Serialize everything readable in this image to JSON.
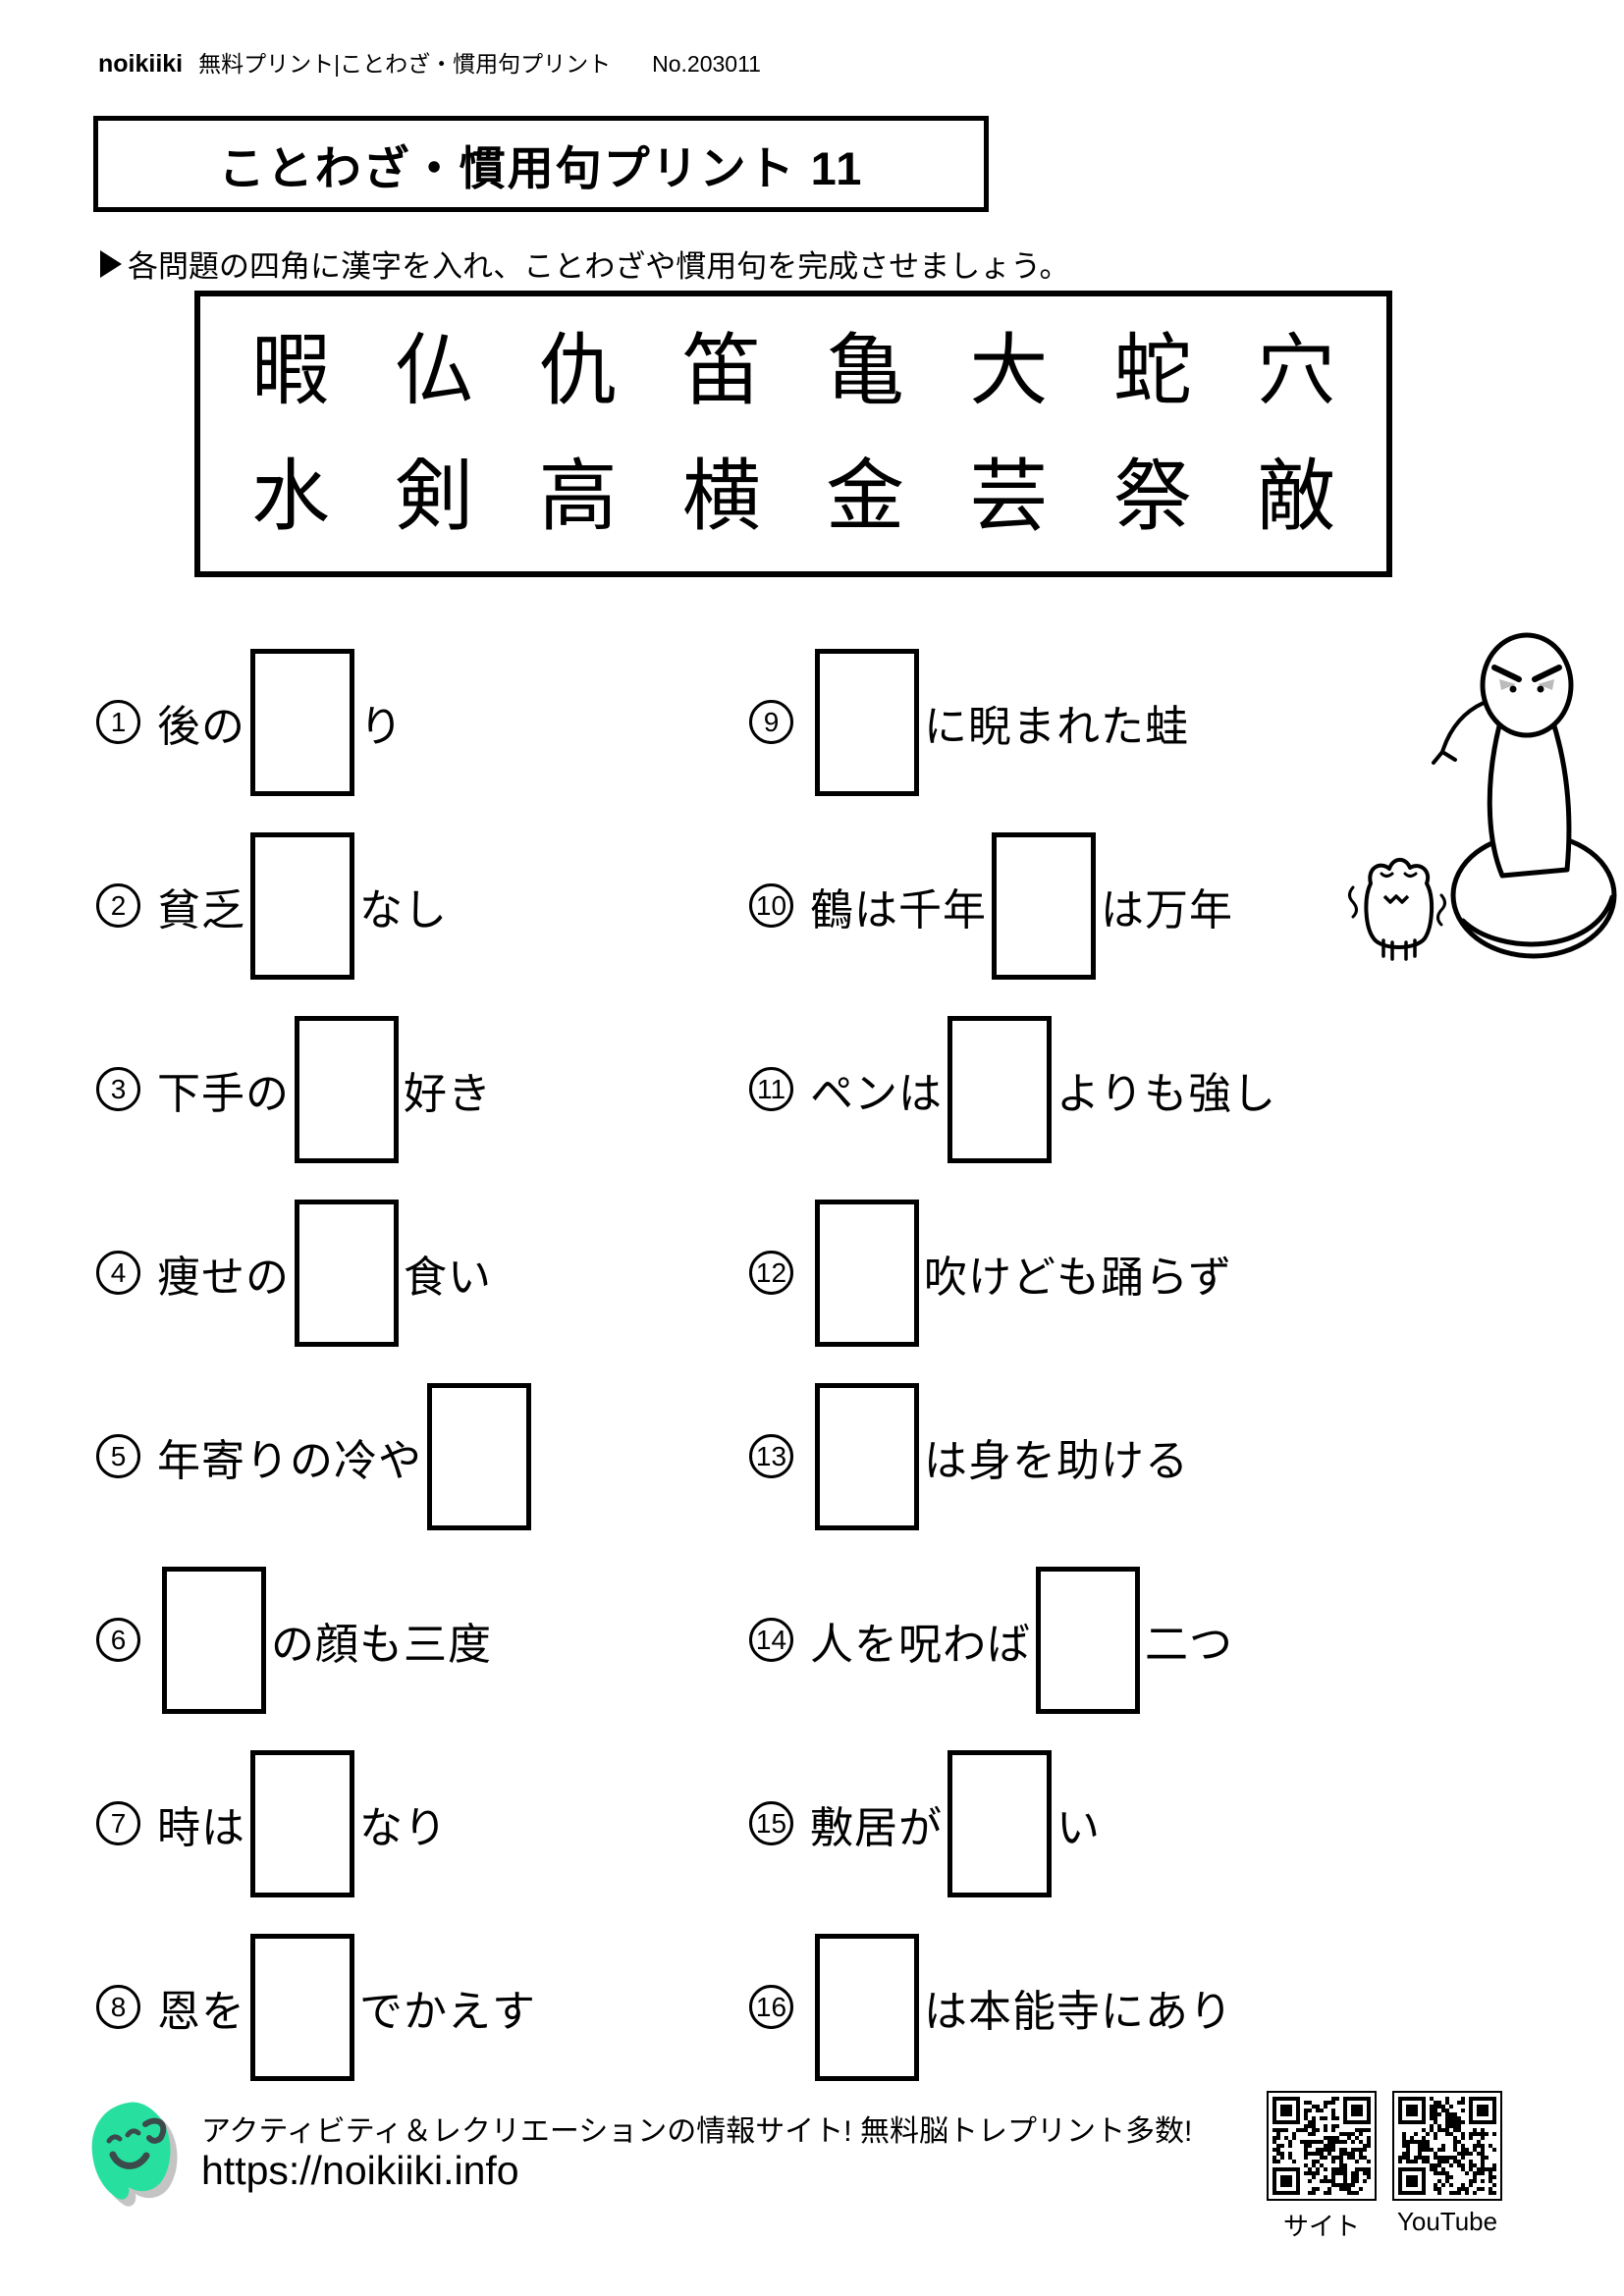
{
  "header": {
    "brand": "noikiiki",
    "subtitle": "無料プリント|ことわざ・慣用句プリント",
    "number": "No.203011"
  },
  "title": "ことわざ・慣用句プリント 11",
  "instruction": "各問題の四角に漢字を入れ、ことわざや慣用句を完成させましょう。",
  "kanji_bank": {
    "row1": [
      "暇",
      "仏",
      "仇",
      "笛",
      "亀",
      "大",
      "蛇",
      "穴"
    ],
    "row2": [
      "水",
      "剣",
      "高",
      "横",
      "金",
      "芸",
      "祭",
      "敵"
    ]
  },
  "problems": [
    {
      "num": "1",
      "pre": "後の",
      "post": "り"
    },
    {
      "num": "2",
      "pre": "貧乏",
      "post": "なし"
    },
    {
      "num": "3",
      "pre": "下手の",
      "post": "好き"
    },
    {
      "num": "4",
      "pre": "痩せの",
      "post": "食い"
    },
    {
      "num": "5",
      "pre": "年寄りの冷や",
      "post": ""
    },
    {
      "num": "6",
      "pre": "",
      "post": "の顔も三度"
    },
    {
      "num": "7",
      "pre": "時は",
      "post": "なり"
    },
    {
      "num": "8",
      "pre": "恩を",
      "post": "でかえす"
    },
    {
      "num": "9",
      "pre": "",
      "post": "に睨まれた蛙"
    },
    {
      "num": "10",
      "pre": "鶴は千年",
      "post": "は万年"
    },
    {
      "num": "11",
      "pre": "ペンは",
      "post": "よりも強し"
    },
    {
      "num": "12",
      "pre": "",
      "post": "吹けども踊らず"
    },
    {
      "num": "13",
      "pre": "",
      "post": "は身を助ける"
    },
    {
      "num": "14",
      "pre": "人を呪わば",
      "post": "二つ"
    },
    {
      "num": "15",
      "pre": "敷居が",
      "post": "い"
    },
    {
      "num": "16",
      "pre": "",
      "post": "は本能寺にあり"
    }
  ],
  "illustration": "snake-glaring-at-frog",
  "footer": {
    "tagline": "アクティビティ＆レクリエーションの情報サイト! 無料脳トレプリント多数!",
    "url": "https://noikiiki.info",
    "qr_labels": [
      "サイト",
      "YouTube"
    ]
  },
  "colors": {
    "ink": "#000000",
    "accent": "#27E0A0",
    "shadow": "#c4c4c4"
  }
}
